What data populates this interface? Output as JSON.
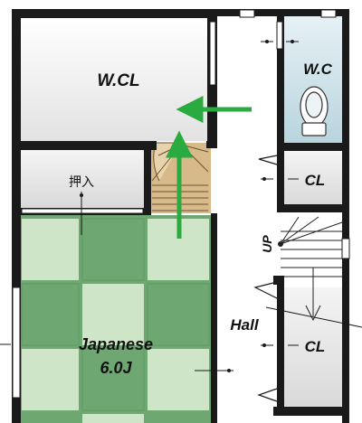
{
  "rooms": {
    "wcl": "W.CL",
    "wc": "W.C",
    "cl_upper": "CL",
    "cl_lower": "CL",
    "oshiire": "押入",
    "japanese_name": "Japanese",
    "japanese_size": "6.0J",
    "hall": "Hall"
  },
  "stairs": {
    "up_label": "UP"
  },
  "colors": {
    "wall": "#1a1a1a",
    "wcl_floor": "#f2f2f2",
    "wc_floor": "#cfe3ea",
    "tatami_dark": "#6ea772",
    "tatami_light": "#cfe5c8",
    "stair_wood": "#d8b989",
    "arrow": "#2aab3f"
  }
}
